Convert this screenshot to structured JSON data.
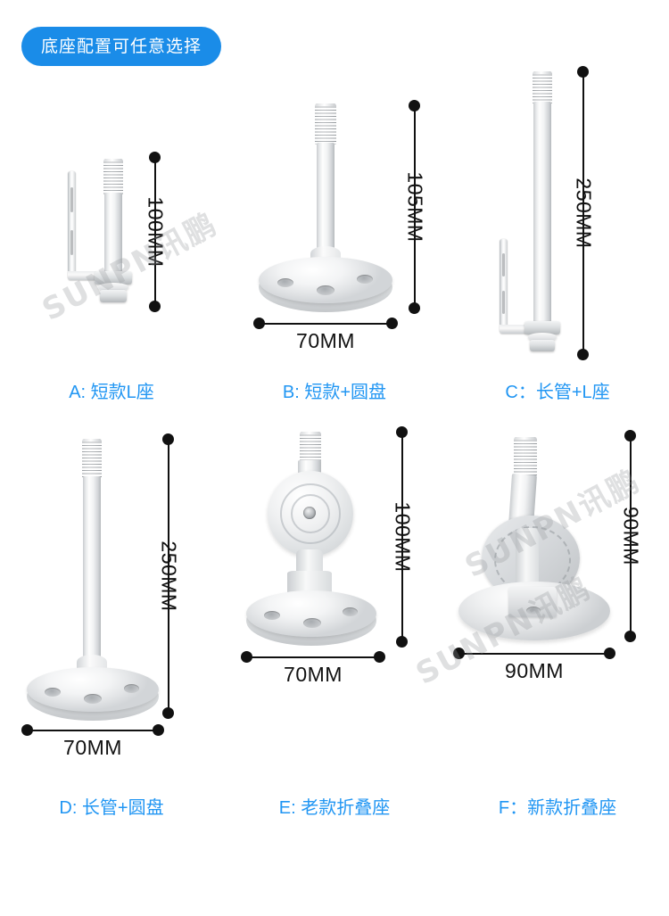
{
  "header": {
    "badge_text": "底座配置可任意选择",
    "badge_color": "#1a8ce8"
  },
  "theme": {
    "caption_color": "#2196f3",
    "dimension_color": "#111111",
    "background": "#ffffff"
  },
  "watermark": {
    "text": "SUNPN讯鹏"
  },
  "products": [
    {
      "id": "A",
      "caption": "A: 短款L座",
      "height_label": "100MM",
      "width_label": ""
    },
    {
      "id": "B",
      "caption": "B: 短款+圆盘",
      "height_label": "105MM",
      "width_label": "70MM"
    },
    {
      "id": "C",
      "caption": "C：长管+L座",
      "height_label": "250MM",
      "width_label": ""
    },
    {
      "id": "D",
      "caption": "D: 长管+圆盘",
      "height_label": "250MM",
      "width_label": "70MM"
    },
    {
      "id": "E",
      "caption": "E: 老款折叠座",
      "height_label": "100MM",
      "width_label": "70MM"
    },
    {
      "id": "F",
      "caption": "F：新款折叠座",
      "height_label": "90MM",
      "width_label": "90MM"
    }
  ]
}
